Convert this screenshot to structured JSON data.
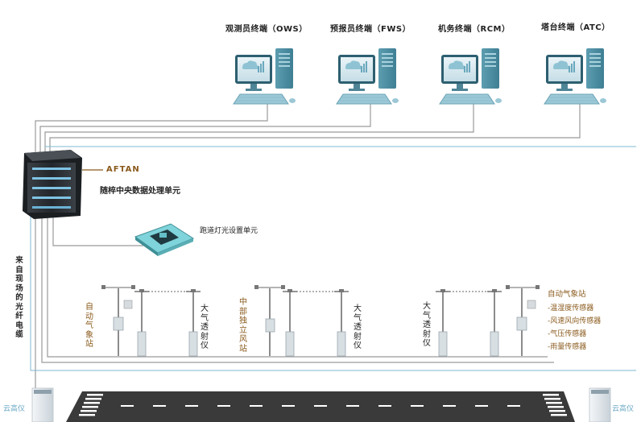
{
  "terminals": [
    {
      "label": "观测员终端（OWS）"
    },
    {
      "label": "预报员终端（FWS）"
    },
    {
      "label": "机务终端（RCM）"
    },
    {
      "label": "塔台终端（ATC）"
    }
  ],
  "server": {
    "brand": "AFTAN",
    "label": "随椊中央数据处理单元"
  },
  "light_unit": {
    "label": "跑道灯光设置单元"
  },
  "fiber": {
    "label": "来自现场的光纤电缆"
  },
  "stations": {
    "aws_left": "自动气象站",
    "transmissometer_1": "大气透射仪",
    "wind_station": "中部独立风站",
    "transmissometer_2": "大气透射仪",
    "transmissometer_3": "大气透射仪",
    "aws_right": {
      "title": "自动气象站",
      "sensors": [
        "-温湿度传感器",
        "-风速风向传感器",
        "-气压传感器",
        "-雨量传感器"
      ]
    }
  },
  "ceilometers": {
    "left": "云高仪",
    "right": "云高仪"
  },
  "colors": {
    "accent_brown": "#8a5a1c",
    "line_gray": "#9a9a9a",
    "cable_blue": "#7fb8d2",
    "runway": "#3a3a3a"
  }
}
